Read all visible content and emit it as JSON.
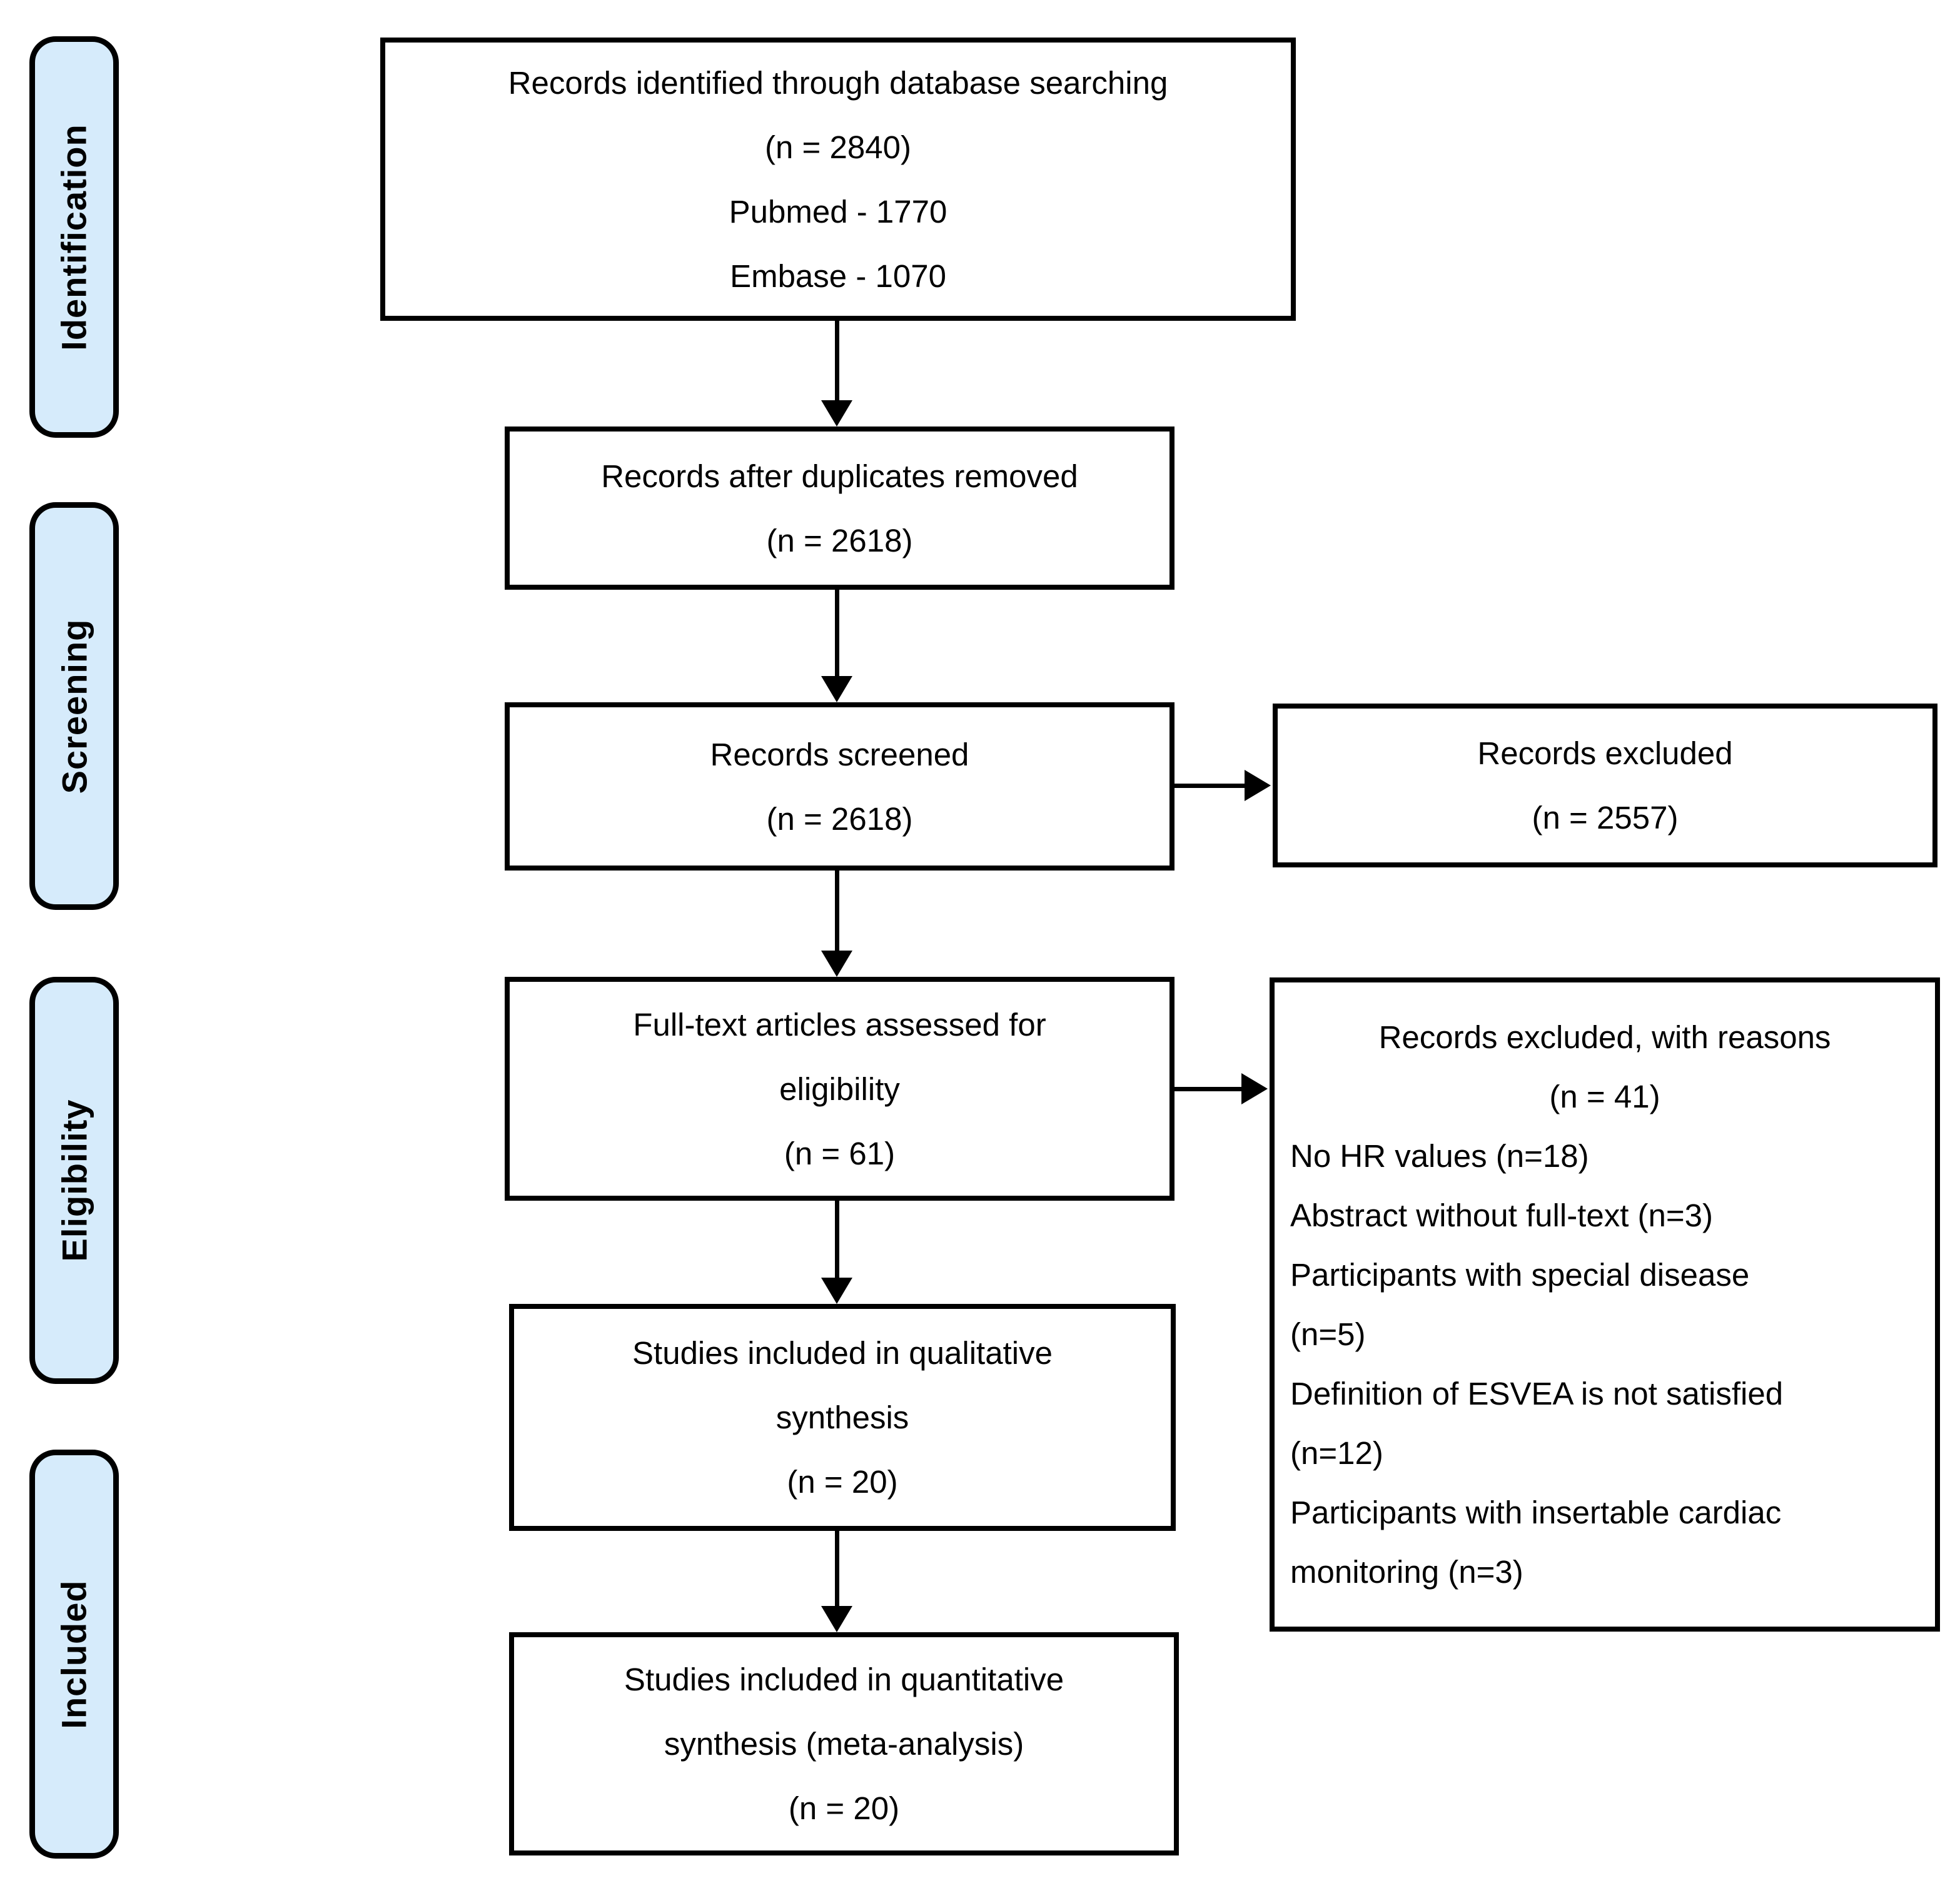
{
  "colors": {
    "stage_fill": "#d6ebfb",
    "box_fill": "#ffffff",
    "border": "#000000"
  },
  "stages": [
    {
      "label": "Identification"
    },
    {
      "label": "Screening"
    },
    {
      "label": "Eligibility"
    },
    {
      "label": "Included"
    }
  ],
  "boxes": {
    "identified": {
      "lines": [
        "Records identified through database searching",
        "(n = 2840)",
        "Pubmed - 1770",
        "Embase - 1070"
      ]
    },
    "deduplicated": {
      "lines": [
        "Records after duplicates removed",
        "(n = 2618)"
      ]
    },
    "screened": {
      "lines": [
        "Records screened",
        "(n = 2618)"
      ]
    },
    "records_excluded": {
      "lines": [
        "Records excluded",
        "(n = 2557)"
      ]
    },
    "fulltext": {
      "lines": [
        "Full-text articles assessed for",
        "eligibility",
        "(n = 61)"
      ]
    },
    "excluded_reasons": {
      "lines": [
        "Records excluded, with reasons",
        "(n = 41)",
        "No HR values (n=18)",
        "Abstract without full-text (n=3)",
        "Participants with special disease",
        "(n=5)",
        "Definition of ESVEA is not satisfied",
        "(n=12)",
        "Participants with insertable cardiac",
        "monitoring (n=3)"
      ]
    },
    "qualitative": {
      "lines": [
        "Studies included in qualitative",
        "synthesis",
        "(n = 20)"
      ]
    },
    "quantitative": {
      "lines": [
        "Studies included in quantitative",
        "synthesis (meta-analysis)",
        "(n = 20)"
      ]
    }
  }
}
